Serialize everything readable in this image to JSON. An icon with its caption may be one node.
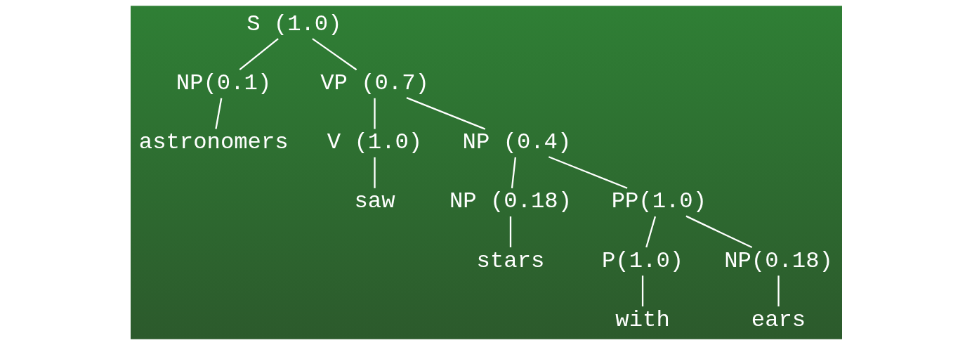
{
  "diagram": {
    "nodes": [
      {
        "text": [
          "S (1.0)"
        ]
      },
      {
        "text": [
          "NP(0.1)"
        ]
      },
      {
        "text": [
          "VP (0.7)"
        ]
      },
      {
        "text": [
          "astronomers"
        ]
      },
      {
        "text": [
          "V (1.0)"
        ]
      },
      {
        "text": [
          "NP (0.4)"
        ]
      },
      {
        "text": [
          "saw"
        ]
      },
      {
        "text": [
          "NP (0.18)"
        ]
      },
      {
        "text": [
          "PP(1.0)"
        ]
      },
      {
        "text": [
          "stars"
        ]
      },
      {
        "text": [
          "P(1.0)"
        ]
      },
      {
        "text": [
          "NP(0.18)"
        ]
      },
      {
        "text": [
          "with"
        ]
      },
      {
        "text": [
          "ears"
        ]
      }
    ],
    "edges": [
      {
        "from": 0,
        "to": 1,
        "arrow": "none"
      },
      {
        "from": 0,
        "to": 2,
        "arrow": "none"
      },
      {
        "from": 1,
        "to": 3,
        "arrow": "none"
      },
      {
        "from": 2,
        "to": 4,
        "arrow": "none"
      },
      {
        "from": 2,
        "to": 5,
        "arrow": "none"
      },
      {
        "from": 4,
        "to": 6,
        "arrow": "none"
      },
      {
        "from": 5,
        "to": 7,
        "arrow": "none"
      },
      {
        "from": 5,
        "to": 8,
        "arrow": "none"
      },
      {
        "from": 7,
        "to": 9,
        "arrow": "none"
      },
      {
        "from": 8,
        "to": 10,
        "arrow": "none"
      },
      {
        "from": 8,
        "to": 11,
        "arrow": "none"
      },
      {
        "from": 10,
        "to": 12,
        "arrow": "none"
      },
      {
        "from": 11,
        "to": 13,
        "arrow": "none"
      }
    ]
  }
}
